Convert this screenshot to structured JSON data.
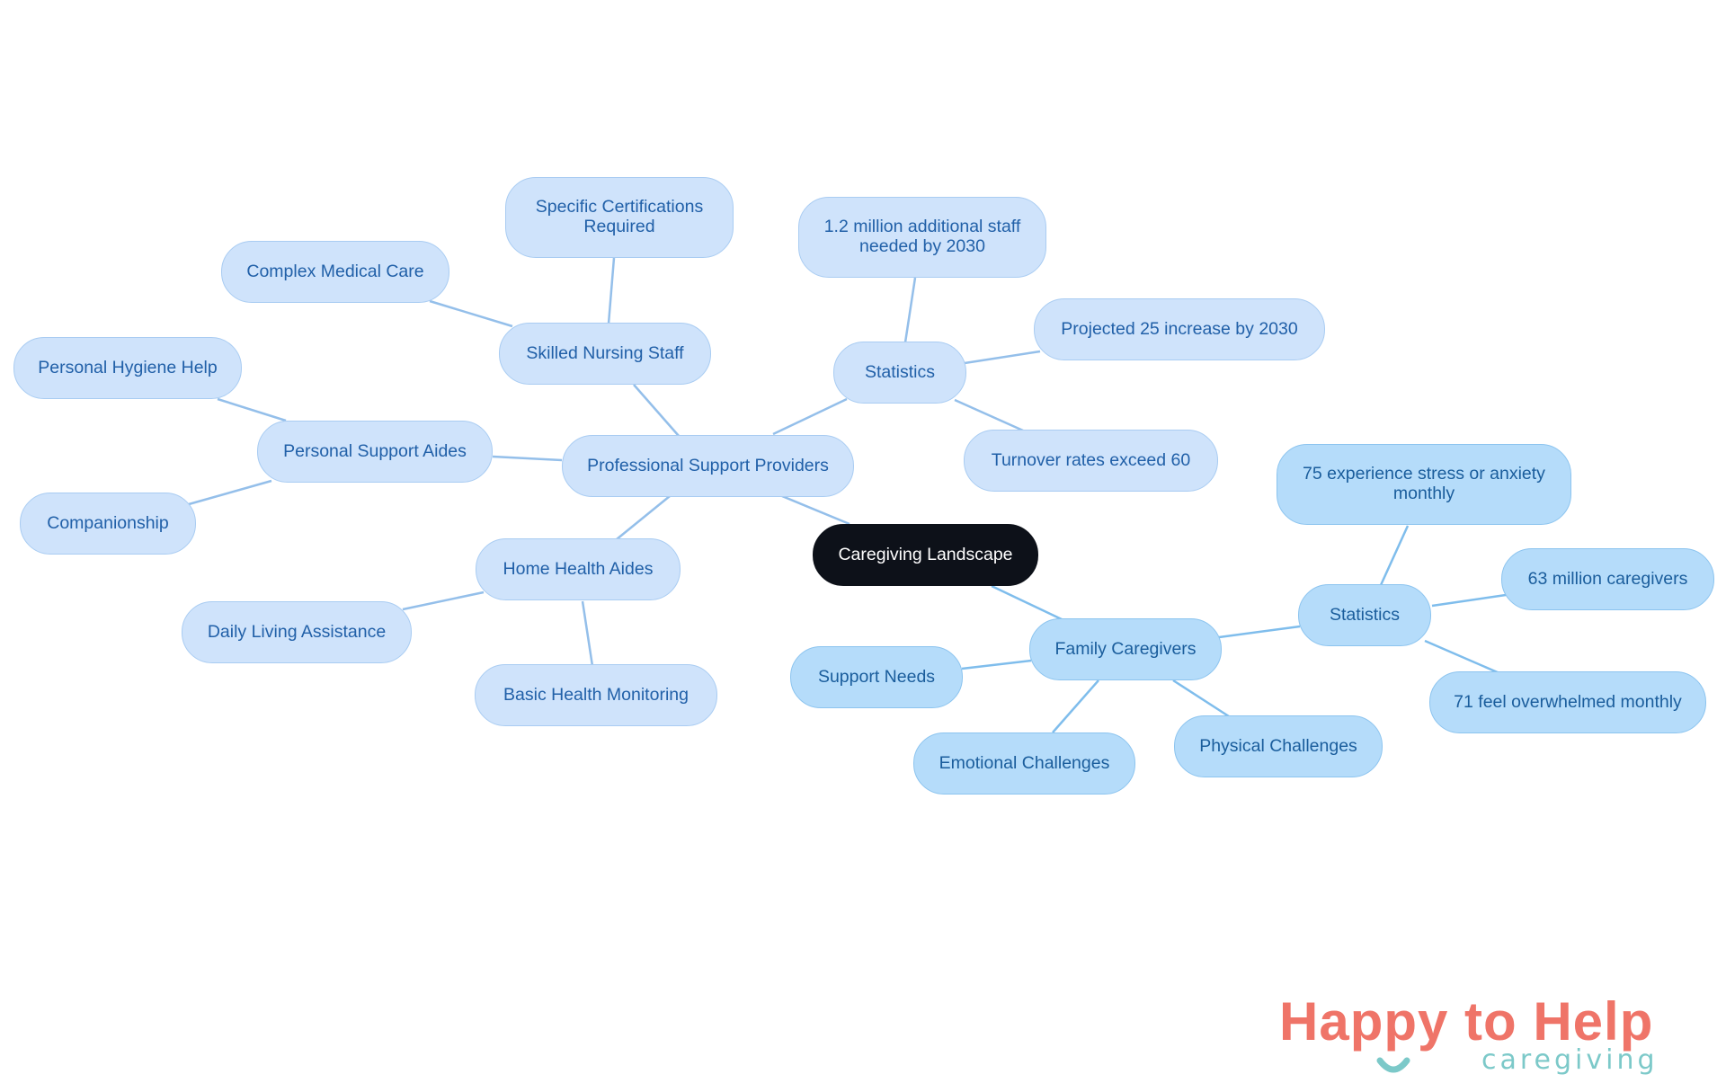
{
  "mindmap": {
    "root": "Caregiving Landscape",
    "professional": {
      "label": "Professional Support Providers",
      "skilled_nursing": {
        "label": "Skilled Nursing Staff",
        "certifications": "Specific Certifications Required",
        "complex_care": "Complex Medical Care"
      },
      "personal_support": {
        "label": "Personal Support Aides",
        "hygiene": "Personal Hygiene Help",
        "companionship": "Companionship"
      },
      "home_health": {
        "label": "Home Health Aides",
        "daily_living": "Daily Living Assistance",
        "monitoring": "Basic Health Monitoring"
      },
      "statistics": {
        "label": "Statistics",
        "staff_needed": "1.2 million additional staff needed by 2030",
        "projected": "Projected 25 increase by 2030",
        "turnover": "Turnover rates exceed 60"
      }
    },
    "family": {
      "label": "Family Caregivers",
      "support_needs": "Support Needs",
      "emotional": "Emotional Challenges",
      "physical": "Physical Challenges",
      "statistics": {
        "label": "Statistics",
        "stress": "75 experience stress or anxiety monthly",
        "caregivers": "63 million caregivers",
        "overwhelmed": "71 feel overwhelmed monthly"
      }
    }
  },
  "logo": {
    "brand": "Happy to Help",
    "tagline": "caregiving"
  },
  "colors": {
    "professional_fill": "#cfe3fb",
    "family_fill": "#b5dcfa",
    "root_fill": "#0d1119",
    "edge_professional": "#94bfea",
    "edge_family": "#7fbdec",
    "logo_coral": "#ef7468",
    "logo_teal": "#7cc9c9"
  }
}
